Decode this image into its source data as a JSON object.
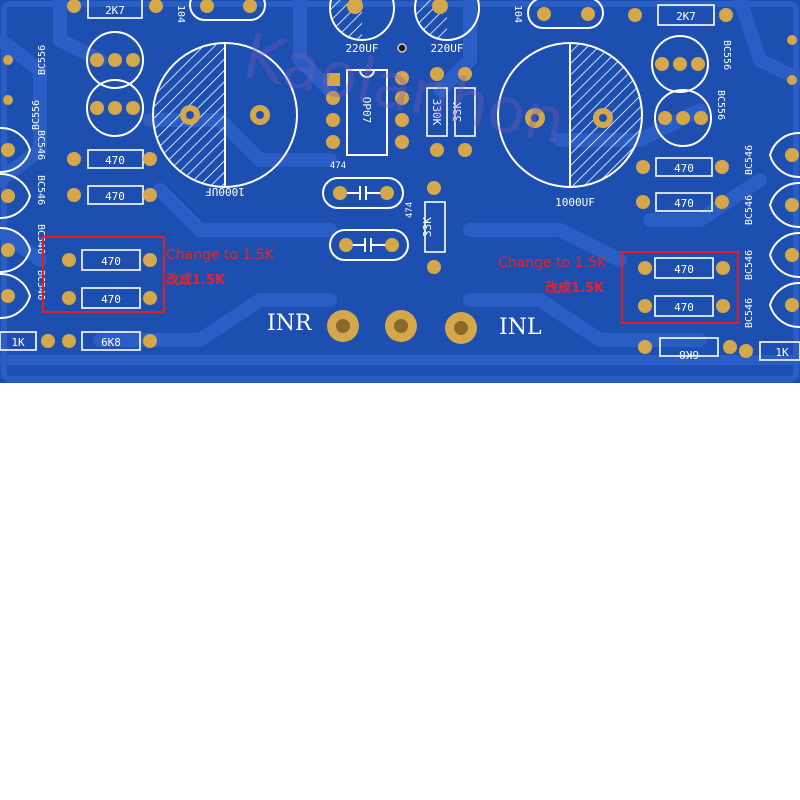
{
  "board": {
    "watermark": "Kaolanhon",
    "colors": {
      "substrate": "#1d4fb0",
      "trace": "#2a5ec4",
      "silk": "#ffffff",
      "pad": "#d4a84a",
      "annotation": "#e8232a"
    }
  },
  "components": {
    "top_left_resistor": "2K7",
    "top_left_cap_partial": "104",
    "top_right_cap_partial": "104",
    "top_right_resistor": "2K7",
    "big_cap_left": "1000UF",
    "big_cap_right": "1000UF",
    "small_cap_left": "220UF",
    "small_cap_right": "220UF",
    "opamp": "OP07",
    "r_330k": "330K",
    "r_33k_top": "33K",
    "r_33k_mid": "33K",
    "cap_474_a": "474",
    "cap_474_b": "474",
    "bc556_left_a": "BC556",
    "bc556_left_b": "BC556",
    "bc556_right_a": "BC556",
    "bc556_right_b": "BC556",
    "bc546_left_a": "BC546",
    "bc546_left_b": "BC546",
    "bc546_left_c": "BC546",
    "bc546_left_d": "BC546",
    "bc546_right_a": "BC546",
    "bc546_right_b": "BC546",
    "bc546_right_c": "BC546",
    "bc546_right_d": "BC546",
    "left_r1": "470",
    "left_r2": "470",
    "left_r3": "470",
    "left_r4": "470",
    "right_r1": "470",
    "right_r2": "470",
    "right_r3": "470",
    "right_r4": "470",
    "left_1k": "1K",
    "left_6k8": "6K8",
    "right_1k": "1K",
    "right_6k8": "6K8"
  },
  "jacks": {
    "left_label": "INR",
    "right_label": "INL"
  },
  "annotations": {
    "left_en": "Change to 1.5K",
    "left_cn": "改成1.5K",
    "right_en": "Change to 1.5K",
    "right_cn": "改成1.5K"
  }
}
